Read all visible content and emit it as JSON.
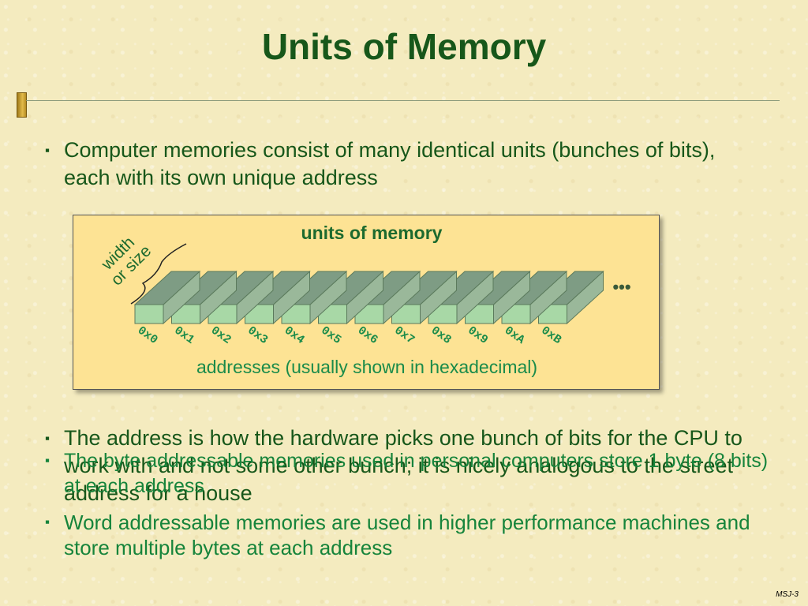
{
  "slide": {
    "title": "Units of Memory",
    "bullets_top": [
      "Computer memories consist of many identical units (bunches of bits), each with its own unique address"
    ],
    "bullets_mid": [
      "The address is how the hardware picks one bunch of bits for the CPU to work with and not some other bunch; it is nicely analogous to the street address for a house"
    ],
    "bullets_overlap": [
      "The byte addressable memories used in personal computers store 1 byte (8 bits) at each address"
    ],
    "bullets_bottom": [
      "Word addressable memories are used in higher performance machines and store multiple bytes at each address"
    ],
    "bullet_glyph": "▪",
    "footer": "MSJ-3"
  },
  "diagram": {
    "heading": "units of memory",
    "width_label_line1": "width",
    "width_label_line2": "or size",
    "ellipsis": "•••",
    "addresses": [
      "0x0",
      "0x1",
      "0x2",
      "0x3",
      "0x4",
      "0x5",
      "0x6",
      "0x7",
      "0x8",
      "0x9",
      "0xA",
      "0xB"
    ],
    "caption": "addresses (usually shown in hexadecimal)",
    "colors": {
      "bar_front": "#a8d8a6",
      "bar_top": "#7e9c84",
      "bar_side": "#9ab89a",
      "outline": "#5b7a5c",
      "address_text": "#1a8b4a",
      "heading_text": "#1c6a2e"
    }
  }
}
